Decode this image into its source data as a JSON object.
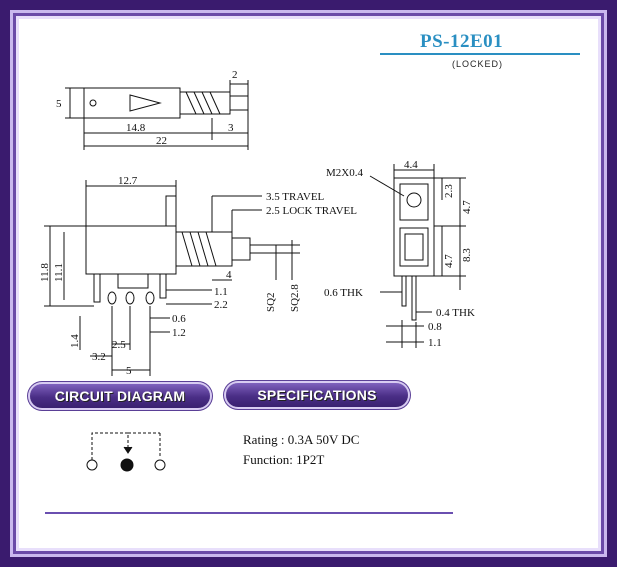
{
  "header": {
    "title": "PS-12E01",
    "subtitle": "(LOCKED)"
  },
  "top_view": {
    "dim_height": "5",
    "dim_pin": "2",
    "dim_body": "14.8",
    "dim_travel_end": "3",
    "dim_total": "22"
  },
  "side_view": {
    "dim_width": "12.7",
    "travel": "3.5 TRAVEL",
    "lock_travel": "2.5 LOCK TRAVEL",
    "dim_height_total": "11.8",
    "dim_height_body": "11.1",
    "dim_4": "4",
    "dim_1_1": "1.1",
    "dim_2_2": "2.2",
    "dim_0_6": "0.6",
    "dim_1_2": "1.2",
    "dim_1_4": "1.4",
    "dim_2_5": "2.5",
    "dim_3_2": "3.2",
    "dim_5": "5",
    "sq2": "SQ2",
    "sq2_8": "SQ2.8"
  },
  "end_view": {
    "screw": "M2X0.4",
    "dim_4_4": "4.4",
    "dim_2_3": "2.3",
    "dim_4_7_top": "4.7",
    "dim_4_7_bottom": "4.7",
    "dim_8_3": "8.3",
    "thk_0_6": "0.6 THK",
    "thk_0_4": "0.4 THK",
    "dim_0_8": "0.8",
    "dim_1_1": "1.1"
  },
  "sections": {
    "circuit": "CIRCUIT DIAGRAM",
    "specifications": "SPECIFICATIONS"
  },
  "specs": {
    "rating": "Rating : 0.3A 50V DC",
    "function": "Function: 1P2T"
  },
  "colors": {
    "frame": "#3a1b6e",
    "accent": "#2a8fc2",
    "pill": "#4a2e86"
  }
}
